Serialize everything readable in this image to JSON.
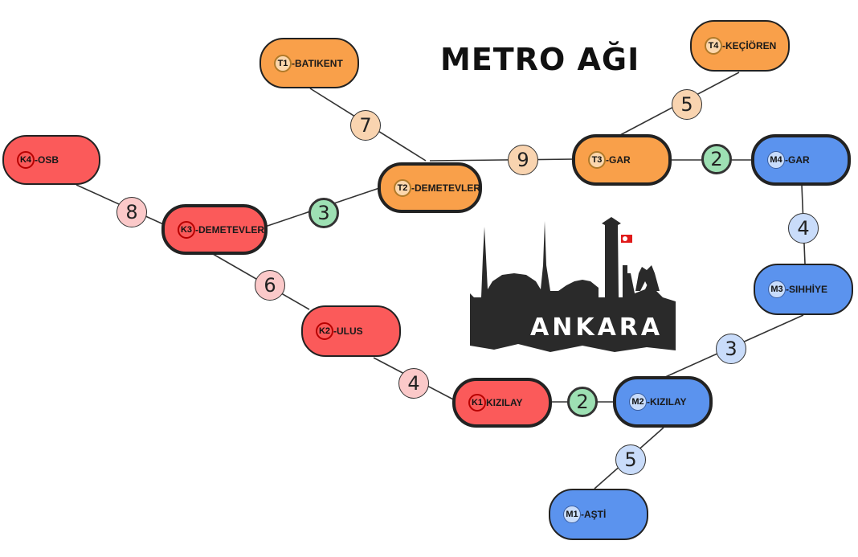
{
  "title": "METRO AĞI",
  "logo_text": "ANKARA",
  "colors": {
    "red_line": "#fb5a5a",
    "orange_line": "#f9a04a",
    "blue_line": "#5b93ee",
    "transfer": "#9de0b3"
  },
  "stations": [
    {
      "id": "K4",
      "badge": "K4",
      "label": "-OSB",
      "line": "red"
    },
    {
      "id": "K3",
      "badge": "K3",
      "label": "-DEMETEVLER",
      "line": "red"
    },
    {
      "id": "K2",
      "badge": "K2",
      "label": "-ULUS",
      "line": "red"
    },
    {
      "id": "K1",
      "badge": "K1",
      "label": "KIZILAY",
      "line": "red"
    },
    {
      "id": "T1",
      "badge": "T1",
      "label": "-BATIKENT",
      "line": "orange"
    },
    {
      "id": "T2",
      "badge": "T2",
      "label": "-DEMETEVLER",
      "line": "orange"
    },
    {
      "id": "T3",
      "badge": "T3",
      "label": "-GAR",
      "line": "orange"
    },
    {
      "id": "T4",
      "badge": "T4",
      "label": "-KEÇİÖREN",
      "line": "orange"
    },
    {
      "id": "M4",
      "badge": "M4",
      "label": "-GAR",
      "line": "blue"
    },
    {
      "id": "M3",
      "badge": "M3",
      "label": "-SIHHİYE",
      "line": "blue"
    },
    {
      "id": "M2",
      "badge": "M2",
      "label": "-KIZILAY",
      "line": "blue"
    },
    {
      "id": "M1",
      "badge": "M1",
      "label": "-AŞTİ",
      "line": "blue"
    }
  ],
  "edges": [
    {
      "from": "K4",
      "to": "K3",
      "weight": "8",
      "kind": "red"
    },
    {
      "from": "K3",
      "to": "T2",
      "weight": "3",
      "kind": "transfer"
    },
    {
      "from": "K3",
      "to": "K2",
      "weight": "6",
      "kind": "red"
    },
    {
      "from": "K2",
      "to": "K1",
      "weight": "4",
      "kind": "red"
    },
    {
      "from": "K1",
      "to": "M2",
      "weight": "2",
      "kind": "transfer"
    },
    {
      "from": "T1",
      "to": "T2",
      "weight": "7",
      "kind": "orange"
    },
    {
      "from": "T2",
      "to": "T3",
      "weight": "9",
      "kind": "orange"
    },
    {
      "from": "T3",
      "to": "T4",
      "weight": "5",
      "kind": "orange"
    },
    {
      "from": "T3",
      "to": "M4",
      "weight": "2",
      "kind": "transfer"
    },
    {
      "from": "M4",
      "to": "M3",
      "weight": "4",
      "kind": "blue"
    },
    {
      "from": "M3",
      "to": "M2",
      "weight": "3",
      "kind": "blue"
    },
    {
      "from": "M2",
      "to": "M1",
      "weight": "5",
      "kind": "blue"
    }
  ]
}
